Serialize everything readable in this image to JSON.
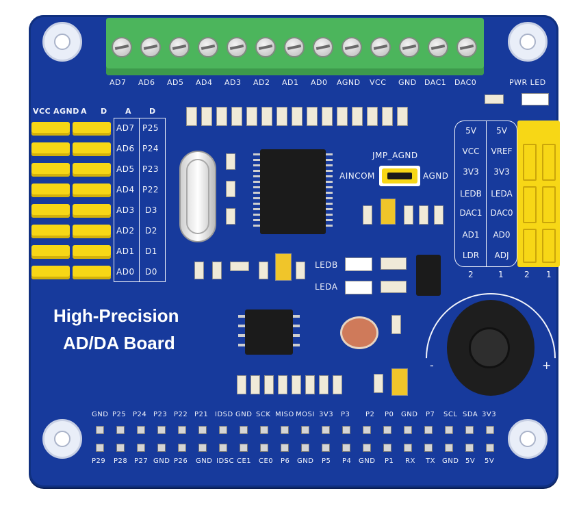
{
  "board": {
    "title_line1": "High-Precision",
    "title_line2": "AD/DA Board"
  },
  "terminal_labels": [
    "AD7",
    "AD6",
    "AD5",
    "AD4",
    "AD3",
    "AD2",
    "AD1",
    "AD0",
    "AGND",
    "VCC",
    "GND",
    "DAC1",
    "DAC0"
  ],
  "left_header": {
    "col_labels": [
      "VCC",
      "AGND",
      "A",
      "D",
      "A",
      "D"
    ],
    "rows": [
      {
        "a": "AD7",
        "d": "P25"
      },
      {
        "a": "AD6",
        "d": "P24"
      },
      {
        "a": "AD5",
        "d": "P23"
      },
      {
        "a": "AD4",
        "d": "P22"
      },
      {
        "a": "AD3",
        "d": "D3"
      },
      {
        "a": "AD2",
        "d": "D2"
      },
      {
        "a": "AD1",
        "d": "D1"
      },
      {
        "a": "AD0",
        "d": "D0"
      }
    ]
  },
  "jumper_table": {
    "rows": [
      {
        "c2": "5V",
        "c1": "5V"
      },
      {
        "c2": "VCC",
        "c1": "VREF"
      },
      {
        "c2": "3V3",
        "c1": "3V3"
      },
      {
        "c2": "LEDB",
        "c1": "LEDA"
      },
      {
        "c2": "DAC1",
        "c1": "DAC0"
      },
      {
        "c2": "AD1",
        "c1": "AD0"
      },
      {
        "c2": "LDR",
        "c1": "ADJ"
      }
    ],
    "footer": [
      "2",
      "1",
      "2",
      "1"
    ]
  },
  "pwr_led_label": "PWR LED",
  "jmp_agnd": {
    "title": "JMP_AGND",
    "left": "AINCOM",
    "right": "AGND"
  },
  "led_labels": {
    "ledb": "LEDB",
    "leda": "LEDA"
  },
  "pot_marks": {
    "minus": "-",
    "plus": "+"
  },
  "gpio_top": [
    "GND",
    "P25",
    "P24",
    "P23",
    "P22",
    "P21",
    "IDSD",
    "GND",
    "SCK",
    "MISO",
    "MOSI",
    "3V3",
    "P3",
    "P2",
    "P0",
    "GND",
    "P7",
    "SCL",
    "SDA",
    "3V3"
  ],
  "gpio_bottom": [
    "P29",
    "P28",
    "P27",
    "GND",
    "P26",
    "GND",
    "IDSC",
    "CE1",
    "CE0",
    "P6",
    "GND",
    "P5",
    "P4",
    "GND",
    "P1",
    "RX",
    "TX",
    "GND",
    "5V",
    "5V"
  ]
}
